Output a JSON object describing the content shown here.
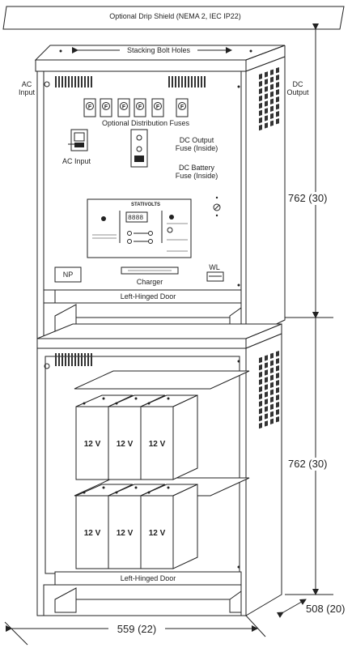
{
  "labels": {
    "drip_shield": "Optional Drip Shield (NEMA 2, IEC IP22)",
    "stacking_bolt_holes": "Stacking Bolt Holes",
    "ac_input_side": "AC\nInput",
    "dc_output_side": "DC\nOutput",
    "optional_fuses": "Optional Distribution Fuses",
    "dc_output_fuse": "DC Output\nFuse (Inside)",
    "dc_battery_fuse": "DC Battery\nFuse (Inside)",
    "ac_input_breaker": "AC Input",
    "np": "NP",
    "charger": "Charger",
    "wl": "WL",
    "left_hinged_door_top": "Left-Hinged Door",
    "left_hinged_door_bottom": "Left-Hinged Door",
    "panel_brand": "STATIVOLTS"
  },
  "fuse_symbol": "F",
  "fuse_count": 6,
  "batteries": {
    "upper": [
      "12 V",
      "12 V",
      "12 V"
    ],
    "lower": [
      "12 V",
      "12 V",
      "12 V"
    ]
  },
  "dimensions": {
    "upper_height": "762 (30)",
    "lower_height": "762 (30)",
    "depth": "508 (20)",
    "width": "559 (22)"
  },
  "colors": {
    "line": "#222222",
    "cabinet": "#ffffff",
    "shade": "#d8d8d8",
    "vent": "#333333"
  }
}
